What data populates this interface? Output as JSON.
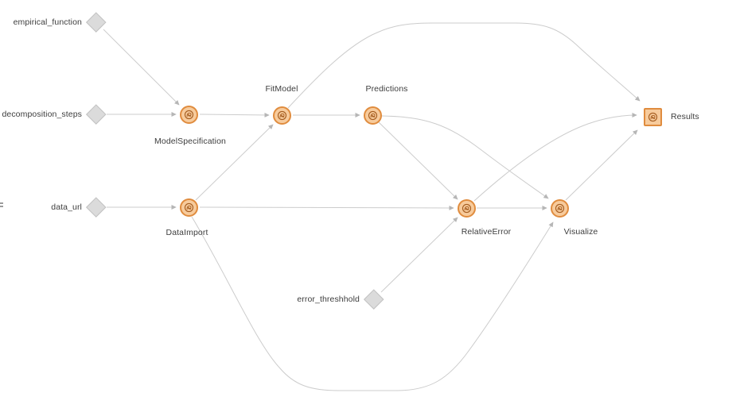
{
  "colors": {
    "task_fill": "#f7cb9c",
    "task_border": "#e08c3e",
    "icon_stroke": "#a55d20",
    "param_fill": "#dbdbdb",
    "param_border": "#c2c2c2",
    "edge": "#cccccc",
    "arrow": "#b6b6b6",
    "label": "#3d3d3d"
  },
  "nodes": {
    "empirical_function": {
      "label": "empirical_function",
      "type": "parameter"
    },
    "decomposition_steps": {
      "label": "decomposition_steps",
      "type": "parameter"
    },
    "data_url": {
      "label": "data_url",
      "type": "parameter"
    },
    "error_threshhold": {
      "label": "error_threshhold",
      "type": "parameter"
    },
    "ModelSpecification": {
      "label": "ModelSpecification",
      "type": "task"
    },
    "FitModel": {
      "label": "FitModel",
      "type": "task"
    },
    "Predictions": {
      "label": "Predictions",
      "type": "task"
    },
    "DataImport": {
      "label": "DataImport",
      "type": "task"
    },
    "RelativeError": {
      "label": "RelativeError",
      "type": "task"
    },
    "Visualize": {
      "label": "Visualize",
      "type": "task"
    },
    "Results": {
      "label": "Results",
      "type": "output"
    }
  },
  "edges": [
    {
      "from": "empirical_function",
      "to": "ModelSpecification"
    },
    {
      "from": "decomposition_steps",
      "to": "ModelSpecification"
    },
    {
      "from": "ModelSpecification",
      "to": "FitModel"
    },
    {
      "from": "DataImport",
      "to": "FitModel"
    },
    {
      "from": "FitModel",
      "to": "Predictions"
    },
    {
      "from": "FitModel",
      "to": "Results"
    },
    {
      "from": "Predictions",
      "to": "RelativeError"
    },
    {
      "from": "Predictions",
      "to": "Visualize"
    },
    {
      "from": "data_url",
      "to": "DataImport"
    },
    {
      "from": "DataImport",
      "to": "RelativeError"
    },
    {
      "from": "DataImport",
      "to": "Visualize"
    },
    {
      "from": "error_threshhold",
      "to": "RelativeError"
    },
    {
      "from": "RelativeError",
      "to": "Visualize"
    },
    {
      "from": "RelativeError",
      "to": "Results"
    },
    {
      "from": "Visualize",
      "to": "Results"
    }
  ]
}
